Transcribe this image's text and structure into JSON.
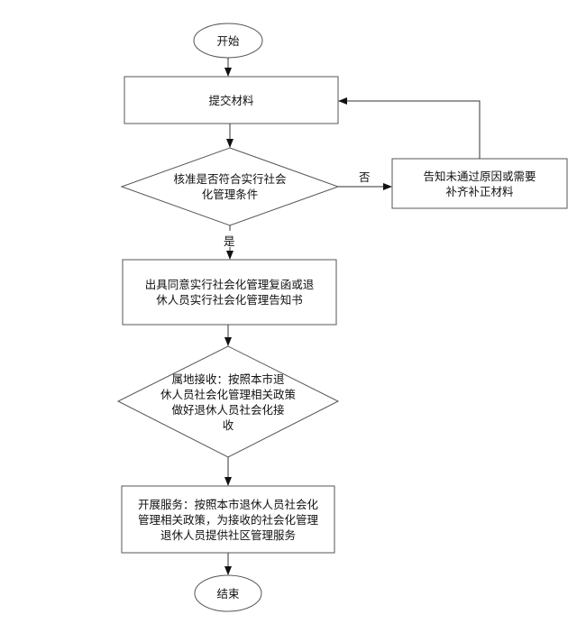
{
  "nodes": {
    "start": "开始",
    "submit": "提交材料",
    "check": [
      "核准是否符合实行社会",
      "化管理条件"
    ],
    "notify": [
      "告知未通过原因或需要",
      "补齐补正材料"
    ],
    "issue": [
      "出具同意实行社会化管理复函或退",
      "休人员实行社会化管理告知书"
    ],
    "receive": [
      "属地接收：按照本市退",
      "休人员社会化管理相关政策",
      "做好退休人员社会化接",
      "收"
    ],
    "service": [
      "开展服务：按照本市退休人员社会化",
      "管理相关政策，为接收的社会化管理",
      "退休人员提供社区管理服务"
    ],
    "end": "结束"
  },
  "edges": {
    "no_label": "否",
    "yes_label": "是"
  },
  "colors": {
    "stroke": "#555555",
    "text": "#111111"
  }
}
